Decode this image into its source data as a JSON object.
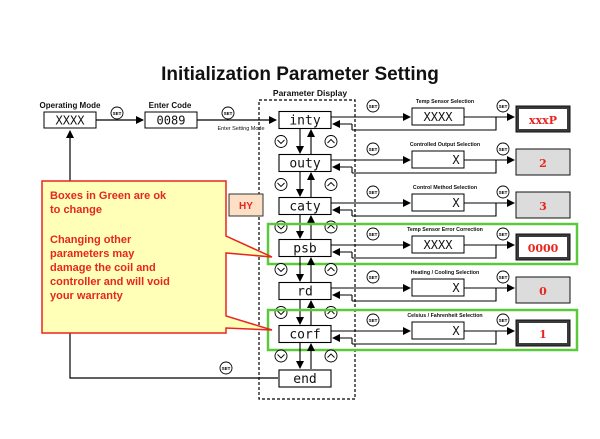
{
  "title": "Initialization  Parameter  Setting",
  "parameter_display_label": "Parameter  Display",
  "operating_mode": {
    "label": "Operating Mode",
    "display": "XXXX"
  },
  "enter_code": {
    "label": "Enter Code",
    "code": "0089",
    "note": "Enter Setting Mode"
  },
  "set_label": "SET",
  "params": [
    {
      "code": "inty",
      "desc": "Temp Sensor Selection",
      "display": "XXXX",
      "value": "xxxP",
      "value_style": "dark",
      "green": false
    },
    {
      "code": "outy",
      "desc": "Controlled Output Selection",
      "display": "X",
      "value": "2",
      "value_style": "light",
      "green": false
    },
    {
      "code": "caty",
      "desc": "Control Method Selection",
      "display": "X",
      "value": "3",
      "value_style": "light",
      "green": false
    },
    {
      "code": "psb",
      "desc": "Temp Sensor Error Correction",
      "display": "XXXX",
      "value": "0000",
      "value_style": "dark",
      "green": true
    },
    {
      "code": "rd",
      "desc": "Heating / Cooling Selection",
      "display": "X",
      "value": "0",
      "value_style": "light",
      "green": false
    },
    {
      "code": "corf",
      "desc": "Celsius / Fahrenheit Selection",
      "display": "X",
      "value": "1",
      "value_style": "dark",
      "green": true
    }
  ],
  "end_code": "end",
  "hy_label": "HY",
  "note": {
    "line1": [
      "Boxes in Green are ok",
      "to change"
    ],
    "line2": [
      "Changing other",
      "parameters may",
      "damage the coil and",
      "controller and will void",
      "your warranty"
    ]
  },
  "colors": {
    "red_text": "#e8261f",
    "green_border": "#5ac93a",
    "note_bg": "#ffffb8",
    "note_border": "#e8261f",
    "value_dark": "#3a3a3a",
    "value_light": "#dcdcdc",
    "hy_bg": "#fbe0c6"
  }
}
